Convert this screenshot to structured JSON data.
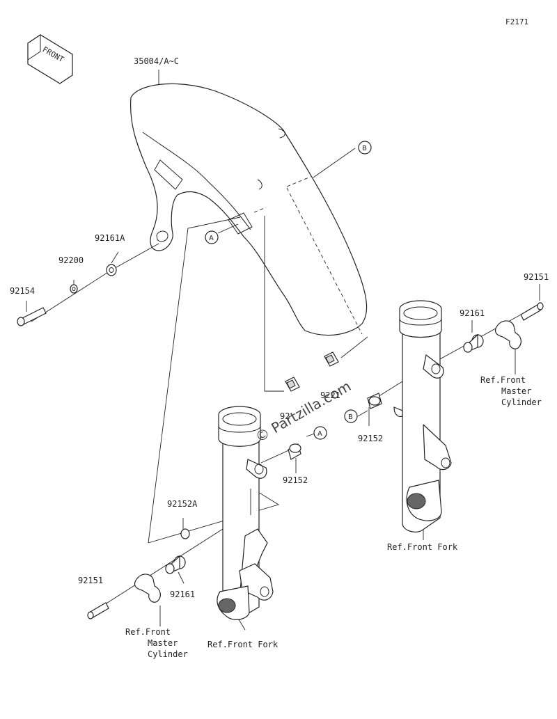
{
  "figure_code": "F2171",
  "front_arrow_label": "FRONT",
  "watermark": "© Partzilla.com",
  "colors": {
    "line": "#222222",
    "shade": "#d8d8d8",
    "background": "#ffffff"
  },
  "labels": {
    "fender": "35004/A~C",
    "collar_left": "92161A",
    "washer": "92200",
    "bolt_left": "92154",
    "bolt_right": "92151",
    "bolt_lower_left": "92151",
    "spacer_right": "92161",
    "spacer_lower_left": "92161",
    "bolt_b": "92152",
    "bolt_a": "92152",
    "bolt_92152a": "92152A",
    "clip_upper": "9221",
    "clip_lower": "92"
  },
  "callouts": {
    "a": "A",
    "b": "B"
  },
  "refs": {
    "fork_right": "Ref.Front Fork",
    "fork_left": "Ref.Front Fork",
    "master_right": [
      "Ref.Front",
      "Master",
      "Cylinder"
    ],
    "master_left": [
      "Ref.Front",
      "Master",
      "Cylinder"
    ]
  }
}
